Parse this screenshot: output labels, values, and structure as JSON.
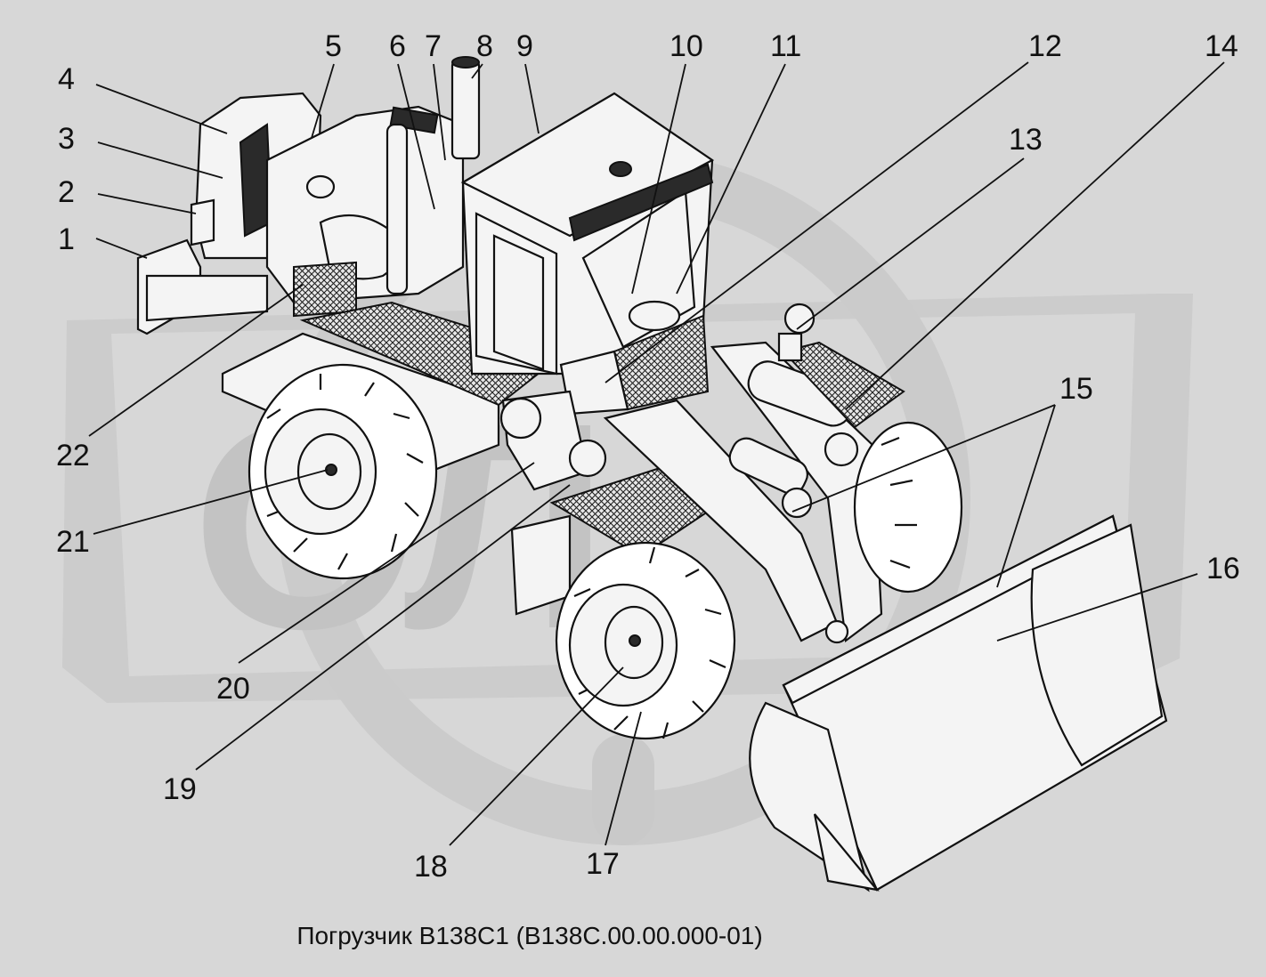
{
  "caption": "Погрузчик В138С1 (В138С.00.00.000-01)",
  "callouts": [
    {
      "id": "1",
      "label": "1"
    },
    {
      "id": "2",
      "label": "2"
    },
    {
      "id": "3",
      "label": "3"
    },
    {
      "id": "4",
      "label": "4"
    },
    {
      "id": "5",
      "label": "5"
    },
    {
      "id": "6",
      "label": "6"
    },
    {
      "id": "7",
      "label": "7"
    },
    {
      "id": "8",
      "label": "8"
    },
    {
      "id": "9",
      "label": "9"
    },
    {
      "id": "10",
      "label": "10"
    },
    {
      "id": "11",
      "label": "11"
    },
    {
      "id": "12",
      "label": "12"
    },
    {
      "id": "13",
      "label": "13"
    },
    {
      "id": "14",
      "label": "14"
    },
    {
      "id": "15",
      "label": "15"
    },
    {
      "id": "16",
      "label": "16"
    },
    {
      "id": "17",
      "label": "17"
    },
    {
      "id": "18",
      "label": "18"
    },
    {
      "id": "19",
      "label": "19"
    },
    {
      "id": "20",
      "label": "20"
    },
    {
      "id": "21",
      "label": "21"
    },
    {
      "id": "22",
      "label": "22"
    }
  ],
  "colors": {
    "background": "#d7d7d7",
    "watermark": "#c7c7c7",
    "line": "#111111"
  }
}
